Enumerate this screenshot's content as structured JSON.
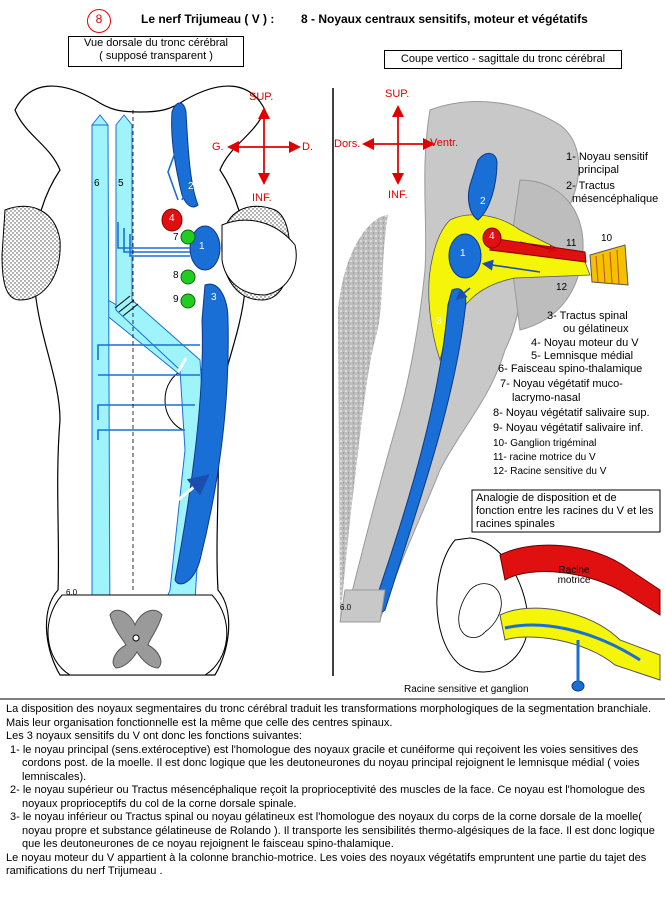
{
  "header": {
    "page_number": "8",
    "title": "Le nerf Trijumeau ( V ) :",
    "subtitle": "8 - Noyaux centraux sensitifs, moteur et végétatifs"
  },
  "left_panel": {
    "title": "Vue dorsale du tronc cérébral",
    "subtitle": "( supposé transparent )",
    "orientation": {
      "up": "SUP.",
      "down": "INF.",
      "left": "G.",
      "right": "D."
    },
    "labels": [
      "1",
      "2",
      "3",
      "4",
      "5",
      "6",
      "7",
      "8",
      "9"
    ],
    "cord_label": "6.0"
  },
  "right_panel": {
    "title": "Coupe vertico - sagittale du tronc cérébral",
    "orientation": {
      "up": "SUP.",
      "down": "INF.",
      "left": "Dors.",
      "right": "Ventr."
    },
    "labels": [
      "1",
      "2",
      "3",
      "4",
      "10",
      "11",
      "12"
    ],
    "cord_label": "6.0"
  },
  "legend": [
    "1- Noyau sensitif",
    "principal",
    "2- Tractus",
    "mésencéphalique",
    "3- Tractus spinal",
    "ou gélatineux",
    "4- Noyau moteur du V",
    "5- Lemnisque médial",
    "6- Faisceau spino-thalamique",
    "7- Noyau végétatif muco-",
    "lacrymo-nasal",
    "8- Noyau végétatif salivaire sup.",
    "9- Noyau végétatif salivaire inf.",
    "10- Ganglion trigéminal",
    "11- racine motrice du V",
    "12- Racine sensitive du V"
  ],
  "analogy": {
    "title": "Analogie de disposition et de fonction entre les racines du V et les racines spinales",
    "motor_root": "Racine motrice",
    "sensory_root": "Racine sensitive et ganglion"
  },
  "text": {
    "p1": "La disposition des noyaux segmentaires du tronc cérébral  traduit les  transformations morphologiques de la segmentation  branchiale. Mais leur organisation fonctionnelle est la même  que celle des centres spinaux.",
    "p2": "Les 3 noyaux sensitifs du V ont  donc les fonctions suivantes:",
    "p3": "1- le noyau principal (sens.extéroceptive) est l'homologue des  noyaux gracile et cunéiforme qui reçoivent  les voies sensitives  des cordons post. de la moelle. Il est donc logique que les  deutoneurones du noyau principal rejoignent  le lemnisque  médial ( voies lemniscales).",
    "p4": "2- le noyau supérieur ou Tractus mésencéphalique reçoit la proprioceptivité des muscles de la face.  Ce noyau  est l'homologue  des noyaux proprioceptifs du col  de la corne dorsale spinale.",
    "p5": "3-  le noyau inférieur ou Tractus spinal ou noyau gélatineux est l'homologue  des noyaux du corps  de la corne dorsale de la moelle( noyau propre et substance gélatineuse de Rolando ).  Il transporte les sensibilités thermo-algésiques de la face. Il est donc logique que les  deutoneurones de ce noyau rejoignent le faisceau  spino-thalamique.",
    "p6": "Le noyau moteur du V appartient à la colonne branchio-motrice. Les voies des noyaux végétatifs  empruntent une partie du tajet des ramifications du nerf Trijumeau ."
  },
  "colors": {
    "nucleus_blue": "#1a6fd6",
    "tract_cyan": "#9ff4fb",
    "motor_red": "#e01010",
    "sensory_yellow": "#f5f50a",
    "brainstem_gray": "#c0c0c0",
    "vegetative_green": "#22cc22"
  }
}
